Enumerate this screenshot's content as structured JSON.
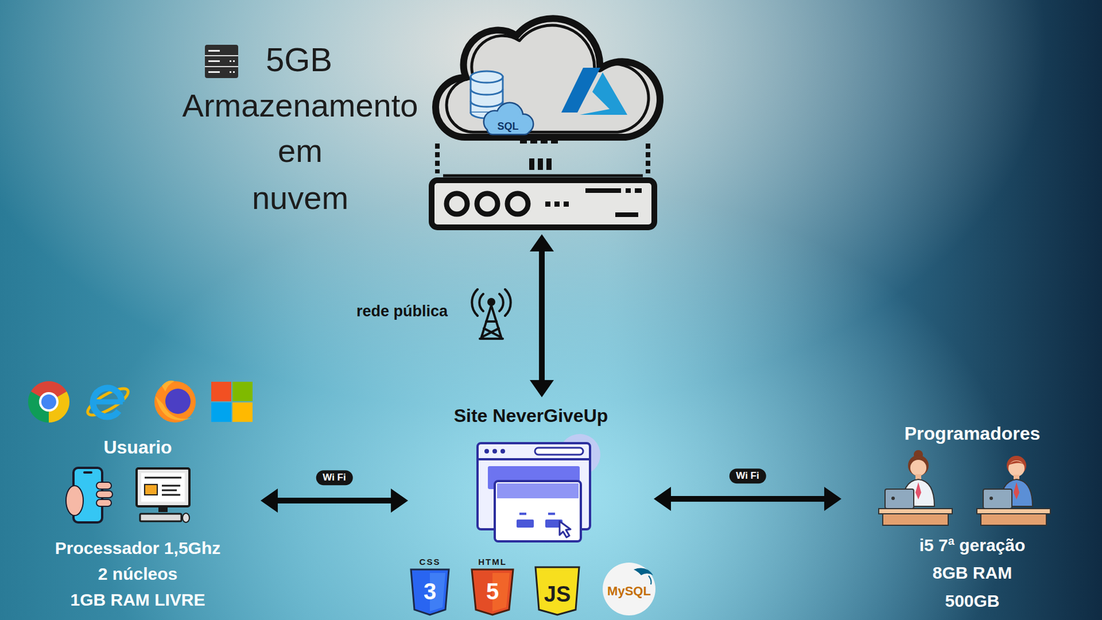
{
  "diagram": {
    "nodes": [
      {
        "text": [
          "5GB",
          "Armazenamento",
          "em",
          "nuvem"
        ]
      },
      {
        "text": [
          "Site NeverGiveUp"
        ]
      },
      {
        "text": [
          "Usuario",
          "Processador 1,5Ghz",
          "2 núcleos",
          "1GB RAM LIVRE"
        ]
      },
      {
        "text": [
          "Programadores",
          "i5 7ª geração",
          "8GB RAM",
          "500GB"
        ]
      }
    ],
    "edges": [
      {
        "from": 0,
        "to": 1,
        "arrow": "both",
        "label": "rede pública"
      },
      {
        "from": 2,
        "to": 1,
        "arrow": "both",
        "label": "Wi Fi"
      },
      {
        "from": 1,
        "to": 3,
        "arrow": "both",
        "label": "Wi Fi"
      }
    ],
    "labels": [
      "SQL",
      "CSS",
      "3",
      "HTML",
      "5",
      "JS",
      "MySQL"
    ]
  }
}
